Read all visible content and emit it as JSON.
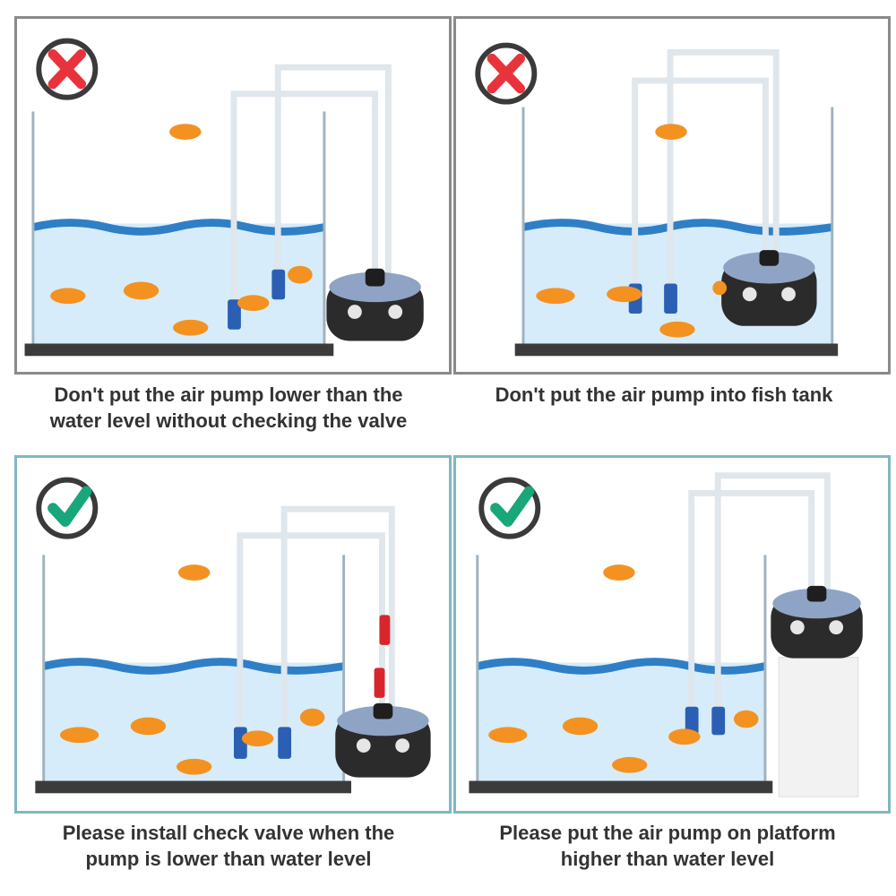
{
  "colors": {
    "bad_border": "#8a8a8a",
    "good_border": "#7fb8c4",
    "cross": "#e8333c",
    "check": "#18a67a",
    "badge_ring": "#3a3a3a",
    "water": "#d6ecfa",
    "water_surface": "#2f7fc7",
    "pump_body": "#2b2b2b",
    "pump_top": "#8fa3c4",
    "air_stone": "#2b5fb4",
    "check_valve": "#d8262c",
    "fish": "#f39221",
    "tank_base": "#3b3b3b",
    "platform": "#f2f2f2"
  },
  "panels": [
    {
      "status": "incorrect",
      "badge_icon": "cross-mark-icon",
      "pump_position": "beside tank, below water level",
      "check_valve": false,
      "caption_lines": [
        "Don't put the air pump lower than the",
        "water level without checking the valve"
      ]
    },
    {
      "status": "incorrect",
      "badge_icon": "cross-mark-icon",
      "pump_position": "inside fish tank",
      "check_valve": false,
      "caption_lines": [
        "Don't put the air pump into fish tank"
      ]
    },
    {
      "status": "correct",
      "badge_icon": "check-mark-icon",
      "pump_position": "beside tank, below water level",
      "check_valve": true,
      "caption_lines": [
        "Please install check valve when the",
        "pump is lower than water level"
      ]
    },
    {
      "status": "correct",
      "badge_icon": "check-mark-icon",
      "pump_position": "on platform above water level",
      "check_valve": false,
      "caption_lines": [
        "Please put the air pump on platform",
        "higher than water level"
      ]
    }
  ]
}
